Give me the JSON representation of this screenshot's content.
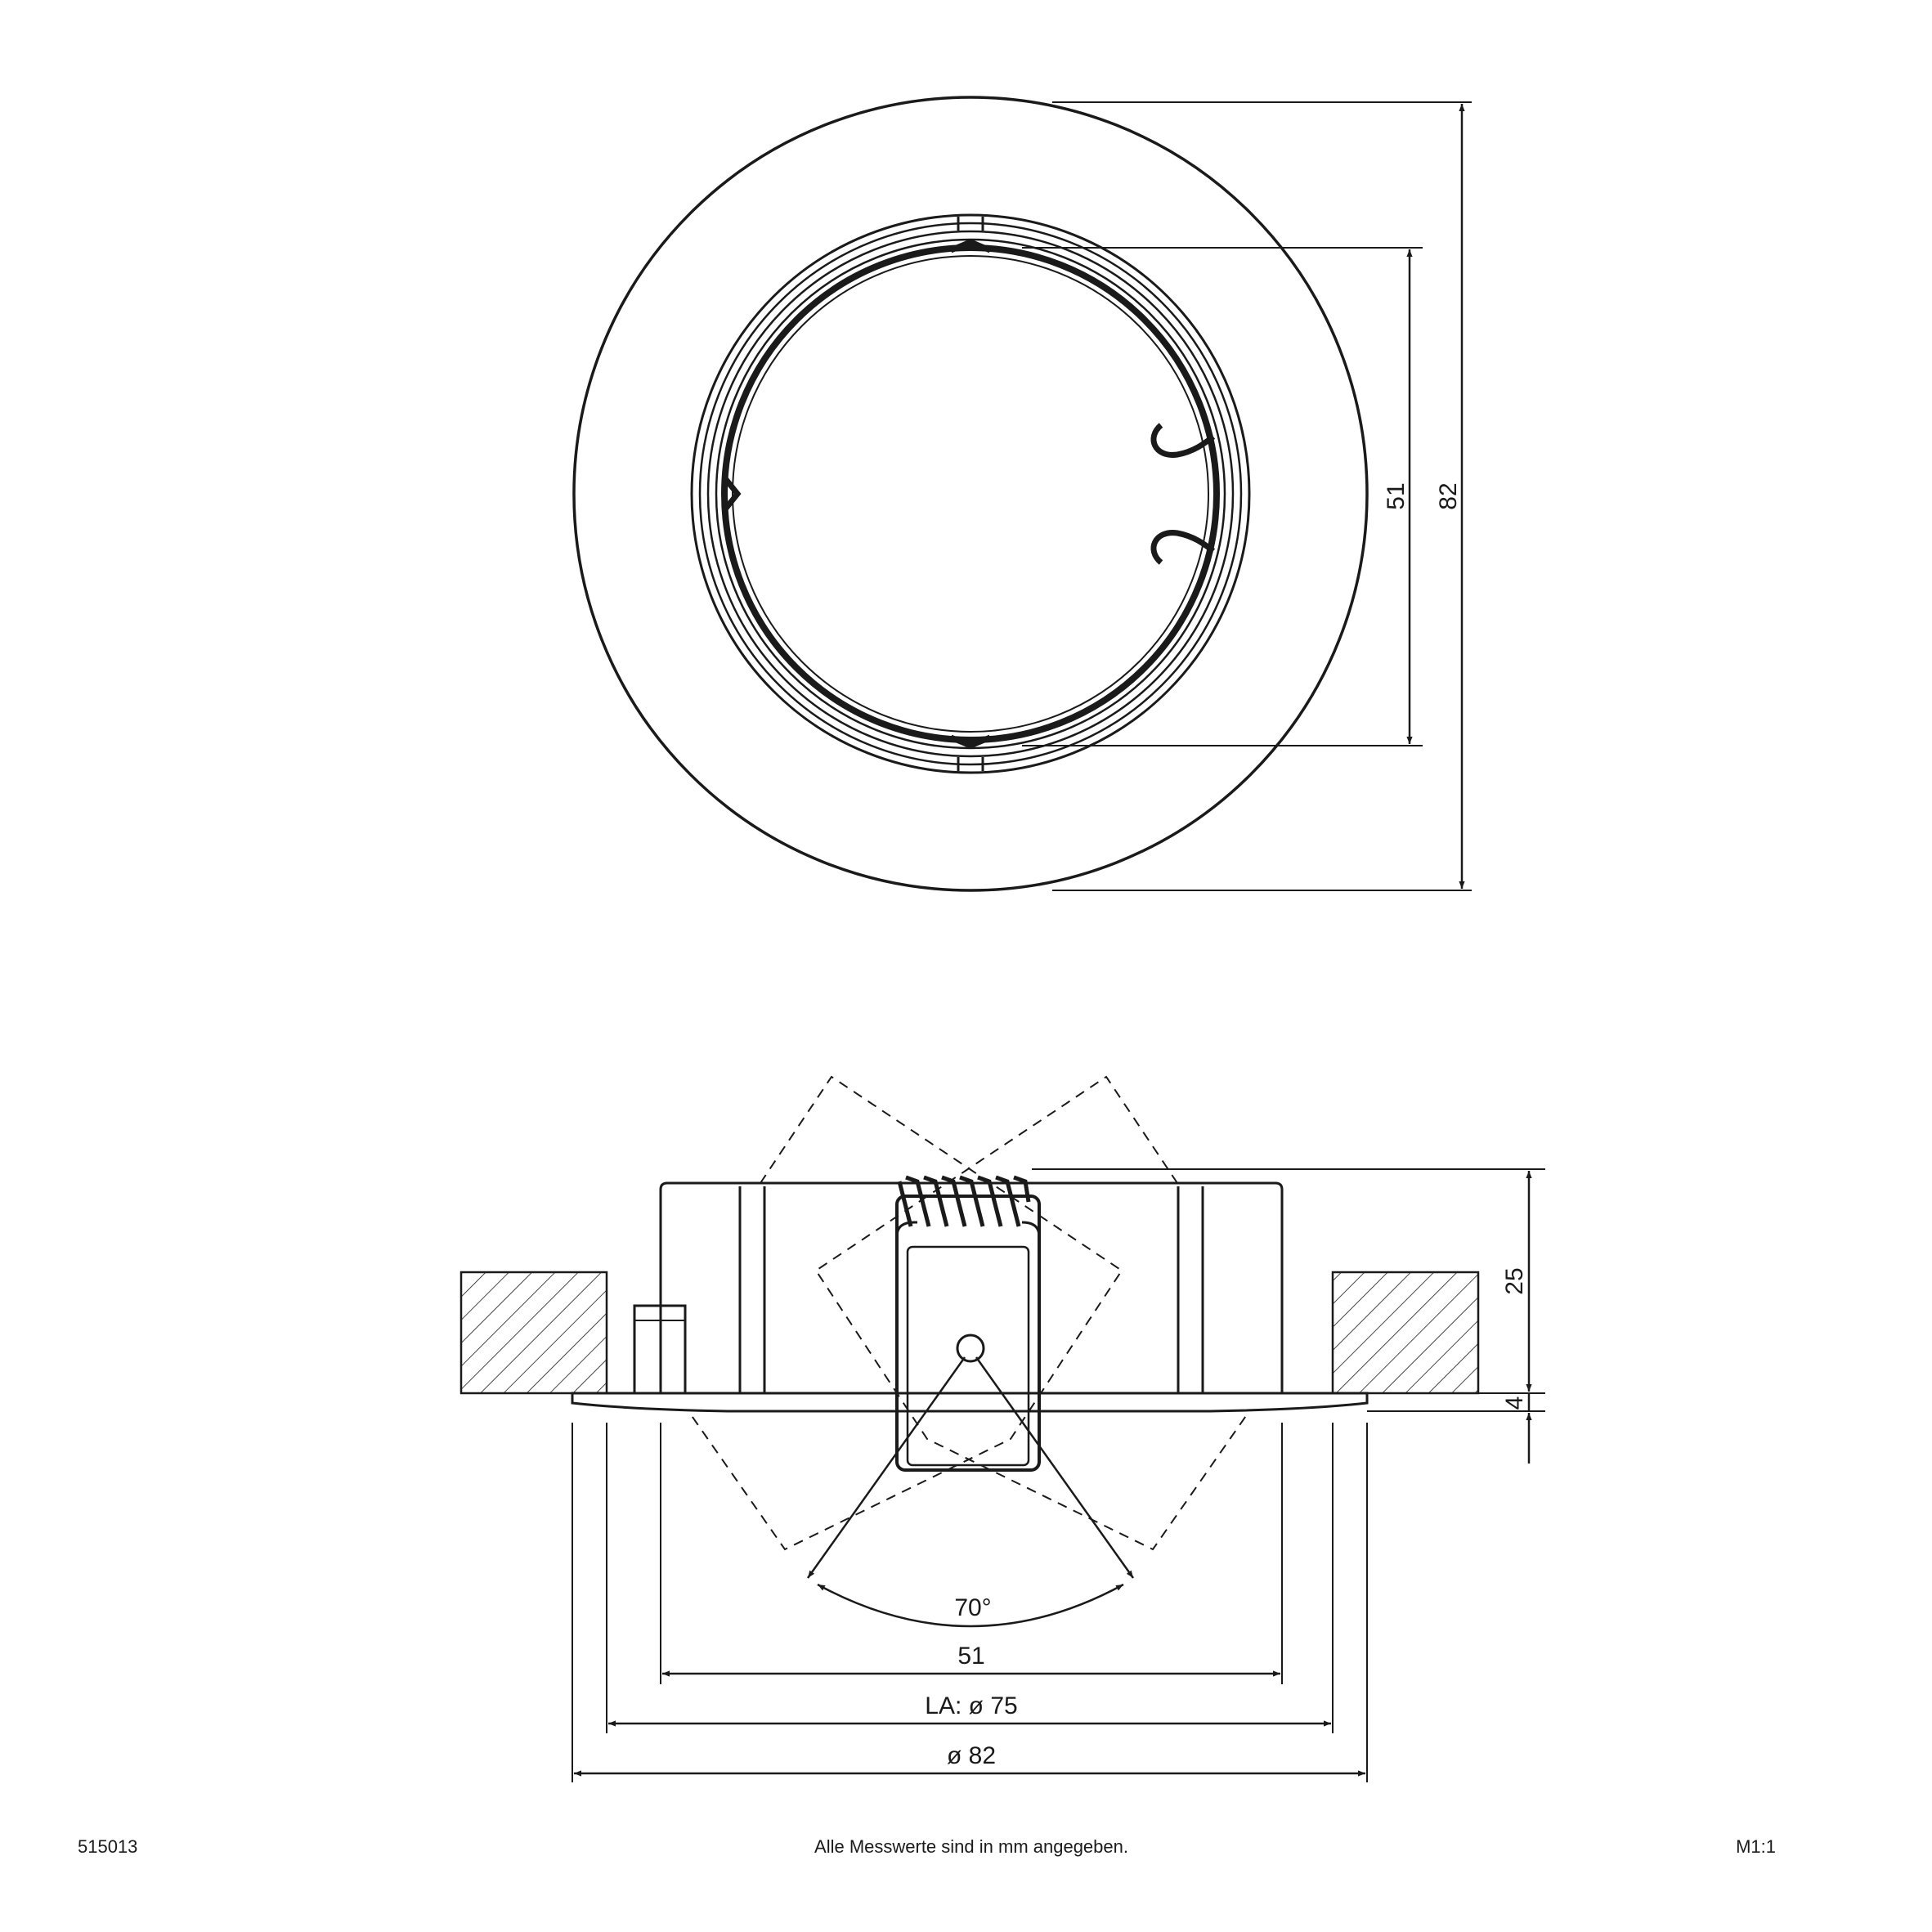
{
  "top_view": {
    "dim_inner": "51",
    "dim_outer": "82"
  },
  "side_view": {
    "dim_height": "25",
    "dim_flange": "4",
    "dim_angle": "70°",
    "dim_width": "51",
    "dim_cutout": "LA: ø 75",
    "dim_diameter": "ø 82"
  },
  "footer": {
    "article_number": "515013",
    "note": "Alle Messwerte sind in mm angegeben.",
    "scale": "M1:1"
  },
  "colors": {
    "line": "#1a1a1a",
    "background": "#ffffff"
  }
}
